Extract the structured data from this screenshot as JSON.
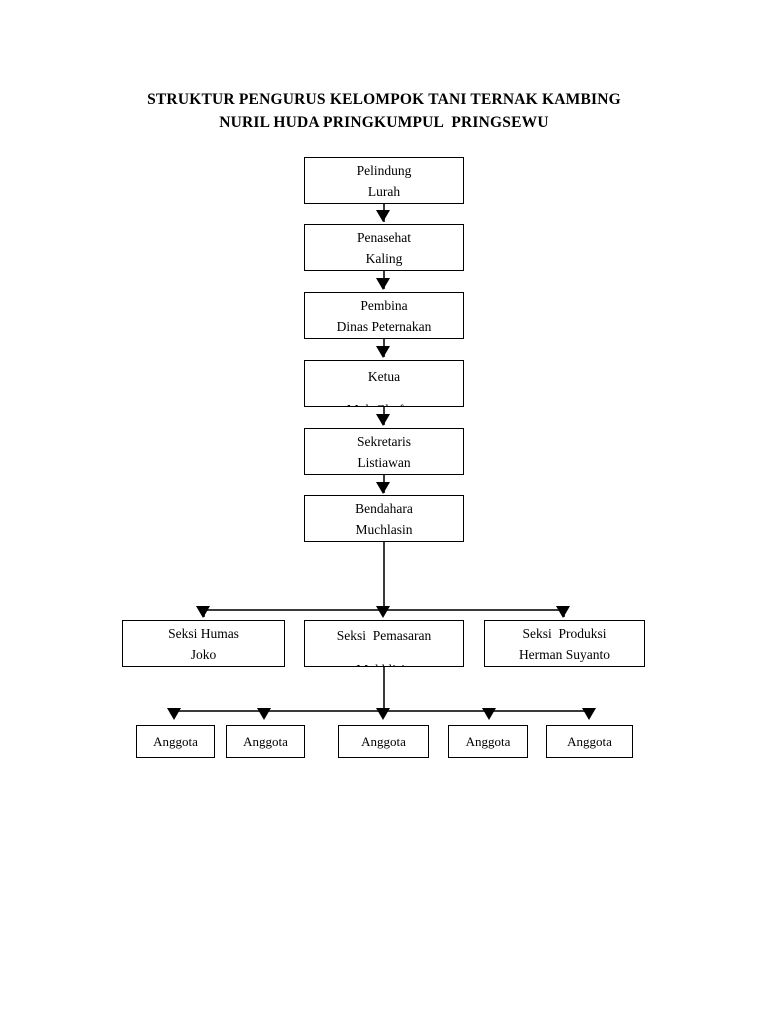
{
  "document": {
    "title_lines": [
      "STRUKTUR PENGURUS KELOMPOK TANI TERNAK KAMBING",
      "NURIL HUDA PRINGKUMPUL  PRINGSEWU"
    ]
  },
  "chart_colors": {
    "box_border": "#000000",
    "connector": "#3a3a3a",
    "arrow": "#000000",
    "background": "#ffffff",
    "text": "#000000"
  },
  "chart_data": {
    "type": "diagram",
    "diagram_type": "organizational-chart",
    "title": "STRUKTUR PENGURUS KELOMPOK TANI TERNAK KAMBING NURIL HUDA PRINGKUMPUL  PRINGSEWU",
    "orientation": "top-down",
    "nodes": [
      {
        "id": "pelindung",
        "role": "Pelindung",
        "name": "Lurah",
        "level": 1,
        "clipped": false
      },
      {
        "id": "penasehat",
        "role": "Penasehat",
        "name": "Kaling",
        "level": 2,
        "clipped": false
      },
      {
        "id": "pembina",
        "role": "Pembina",
        "name": "Dinas Peternakan",
        "level": 3,
        "clipped": false
      },
      {
        "id": "ketua",
        "role": "Ketua",
        "name": "Moh Ghufron",
        "level": 4,
        "clipped": true
      },
      {
        "id": "sekretaris",
        "role": "Sekretaris",
        "name": "Listiawan",
        "level": 5,
        "clipped": false
      },
      {
        "id": "bendahara",
        "role": "Bendahara",
        "name": "Muchlasin",
        "level": 6,
        "clipped": false
      },
      {
        "id": "seksi-humas",
        "role": "Seksi Humas",
        "name": "Joko",
        "level": 7,
        "clipped": false
      },
      {
        "id": "seksi-pemasaran",
        "role": "Seksi  Pemasaran",
        "name": "Mukhlisin",
        "level": 7,
        "clipped": true
      },
      {
        "id": "seksi-produksi",
        "role": "Seksi  Produksi",
        "name": "Herman Suyanto",
        "level": 7,
        "clipped": false
      },
      {
        "id": "anggota-1",
        "role": "Anggota",
        "name": "",
        "level": 8,
        "clipped": false
      },
      {
        "id": "anggota-2",
        "role": "Anggota",
        "name": "",
        "level": 8,
        "clipped": false
      },
      {
        "id": "anggota-3",
        "role": "Anggota",
        "name": "",
        "level": 8,
        "clipped": false
      },
      {
        "id": "anggota-4",
        "role": "Anggota",
        "name": "",
        "level": 8,
        "clipped": false
      },
      {
        "id": "anggota-5",
        "role": "Anggota",
        "name": "",
        "level": 8,
        "clipped": false
      }
    ],
    "edges": [
      {
        "from": "pelindung",
        "to": "penasehat",
        "style": "arrow"
      },
      {
        "from": "penasehat",
        "to": "pembina",
        "style": "arrow"
      },
      {
        "from": "pembina",
        "to": "ketua",
        "style": "arrow"
      },
      {
        "from": "ketua",
        "to": "sekretaris",
        "style": "arrow"
      },
      {
        "from": "sekretaris",
        "to": "bendahara",
        "style": "arrow"
      },
      {
        "from": "bendahara",
        "to": "seksi-humas",
        "style": "arrow"
      },
      {
        "from": "bendahara",
        "to": "seksi-pemasaran",
        "style": "arrow"
      },
      {
        "from": "bendahara",
        "to": "seksi-produksi",
        "style": "arrow"
      },
      {
        "from": "seksi-pemasaran",
        "to": "anggota-1",
        "style": "arrow"
      },
      {
        "from": "seksi-pemasaran",
        "to": "anggota-2",
        "style": "arrow"
      },
      {
        "from": "seksi-pemasaran",
        "to": "anggota-3",
        "style": "arrow"
      },
      {
        "from": "seksi-pemasaran",
        "to": "anggota-4",
        "style": "arrow"
      },
      {
        "from": "seksi-pemasaran",
        "to": "anggota-5",
        "style": "arrow"
      }
    ]
  }
}
